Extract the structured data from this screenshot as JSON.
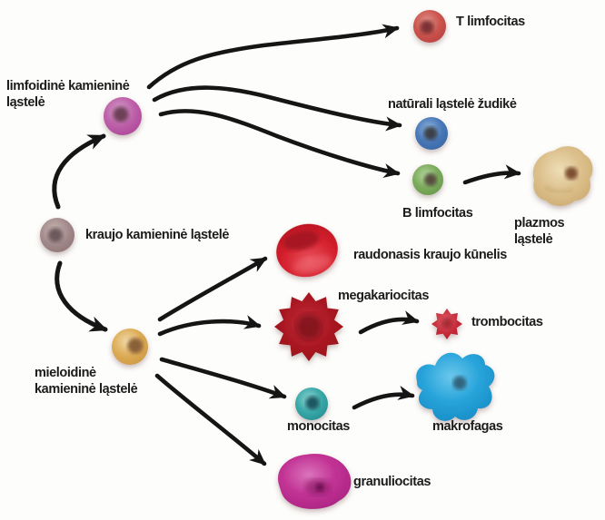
{
  "diagram_type": "hematopoiesis-cell-differentiation",
  "cells": {
    "blood_stem": {
      "label": "kraujo kamieninė ląstelė",
      "color": "#9d8384"
    },
    "lymphoid_stem": {
      "label": "limfoidinė kamieninė\nląstelė",
      "color": "#b84fa0"
    },
    "myeloid_stem": {
      "label": "mieloidinė\nkamieninė ląstelė",
      "color": "#ddab55"
    },
    "t_lymphocyte": {
      "label": "T limfocitas",
      "color": "#cb544e"
    },
    "nk_cell": {
      "label": "natūrali ląstelė žudikė",
      "color": "#4878b8"
    },
    "b_lymphocyte": {
      "label": "B limfocitas",
      "color": "#7cab5c"
    },
    "plasma_cell": {
      "label": "plazmos ląstelė",
      "color": "#dcc08c"
    },
    "erythrocyte": {
      "label": "raudonasis kraujo kūnelis",
      "color": "#d5212e"
    },
    "megakaryocyte": {
      "label": "megakariocitas",
      "color": "#a5141f"
    },
    "platelet": {
      "label": "trombocitas",
      "color": "#c62a3a"
    },
    "monocyte": {
      "label": "monocitas",
      "color": "#38a8a8"
    },
    "macrophage": {
      "label": "makrofagas",
      "color": "#28a4da"
    },
    "granulocyte": {
      "label": "granuliocitas",
      "color": "#c23394"
    }
  },
  "connections": [
    {
      "from": "blood_stem",
      "to": "lymphoid_stem"
    },
    {
      "from": "blood_stem",
      "to": "myeloid_stem"
    },
    {
      "from": "lymphoid_stem",
      "to": "t_lymphocyte"
    },
    {
      "from": "lymphoid_stem",
      "to": "nk_cell"
    },
    {
      "from": "lymphoid_stem",
      "to": "b_lymphocyte"
    },
    {
      "from": "b_lymphocyte",
      "to": "plasma_cell"
    },
    {
      "from": "myeloid_stem",
      "to": "erythrocyte"
    },
    {
      "from": "myeloid_stem",
      "to": "megakaryocyte"
    },
    {
      "from": "myeloid_stem",
      "to": "monocyte"
    },
    {
      "from": "myeloid_stem",
      "to": "granulocyte"
    },
    {
      "from": "megakaryocyte",
      "to": "platelet"
    },
    {
      "from": "monocyte",
      "to": "macrophage"
    }
  ],
  "arrow_color": "#151515",
  "background_color": "#fdfdfb"
}
